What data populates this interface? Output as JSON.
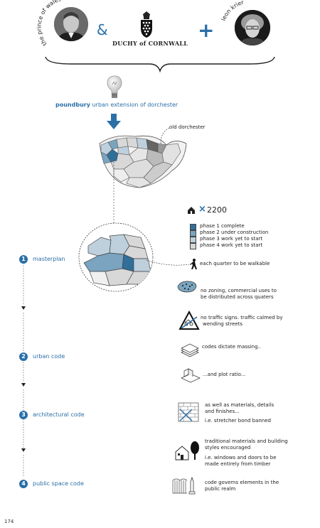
{
  "header": {
    "prince_label": "the prince of wales",
    "ampersand": "&",
    "duchy": "DUCHY of CORNWALL",
    "plus": "+",
    "leon_label": "leon krier"
  },
  "title": {
    "bold": "poundbury",
    "rest": " urban extension of dorchester"
  },
  "map": {
    "old_label": "old dorchester"
  },
  "stats": {
    "count": "2200",
    "x_sign": "×"
  },
  "legend": [
    {
      "label": "phase 1 complete",
      "color": "#2f6f9a"
    },
    {
      "label": "phase 2 under construction",
      "color": "#7aa4bf"
    },
    {
      "label": "phase 3 work yet to start",
      "color": "#bdd0dc"
    },
    {
      "label": "phase 4 work yet to start",
      "color": "#d8d8d8"
    }
  ],
  "notes": {
    "walkable": "each quarter to be walkable",
    "zoning_1": "no zoning,  commercial uses to",
    "zoning_2": "be distributed across quaters",
    "traffic_1": "no traffic signs. traffic calmed by",
    "traffic_2": "wending streets",
    "massing": "codes dictate massing..",
    "plot": "...and plot ratio...",
    "materials_1": "as well as materials, details",
    "materials_2": "and finishes...",
    "stretcher": "i.e. stretcher bond banned",
    "traditional_1": "traditional materials and building",
    "traditional_2": "styles encouraged",
    "timber_1": "i.e. windows and doors to be",
    "timber_2": "made entirely from timber",
    "public_1": "code governs elements in the",
    "public_2": "public realm"
  },
  "codes": [
    {
      "num": "1",
      "label": "masterplan"
    },
    {
      "num": "2",
      "label": "urban code"
    },
    {
      "num": "3",
      "label": "architectural code"
    },
    {
      "num": "4",
      "label": "public space code"
    }
  ],
  "page_number": "174"
}
